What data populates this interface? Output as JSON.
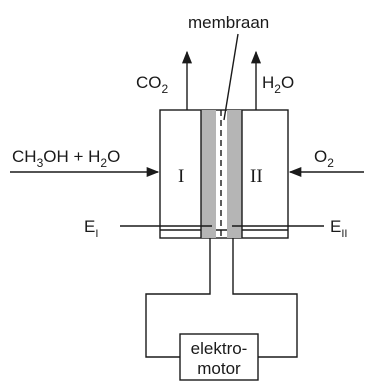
{
  "labels": {
    "membrane": "membraan",
    "co2": "CO",
    "co2_sub": "2",
    "h2o_out": "H",
    "h2o_out_sub": "2",
    "h2o_out_tail": "O",
    "fuel_a": "CH",
    "fuel_a_sub": "3",
    "fuel_b": "OH + H",
    "fuel_b_sub": "2",
    "fuel_c": "O",
    "oxygen": "O",
    "oxygen_sub": "2",
    "compartment_1": "I",
    "compartment_2": "II",
    "electrode_1": "E",
    "electrode_1_sub": "I",
    "electrode_2": "E",
    "electrode_2_sub": "II",
    "motor_line1": "elektro-",
    "motor_line2": "motor"
  },
  "colors": {
    "line": "#1a1a1a",
    "membrane_fill": "#b5b5b5"
  }
}
